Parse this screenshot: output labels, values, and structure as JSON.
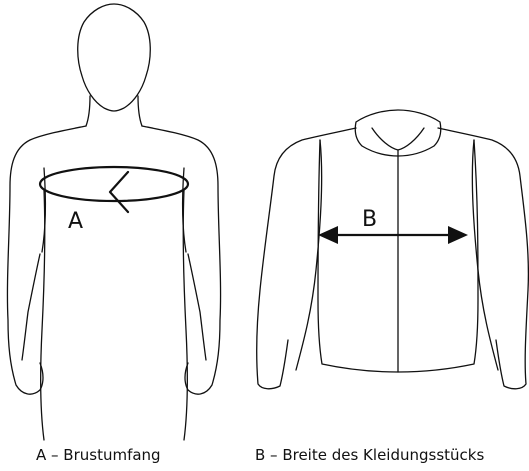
{
  "figure": {
    "label_a": "A",
    "label_b": "B",
    "caption_a": "A – Brustumfang",
    "caption_b": "B – Breite des Kleidungsstücks",
    "line_color": "#111111",
    "background": "#ffffff"
  }
}
